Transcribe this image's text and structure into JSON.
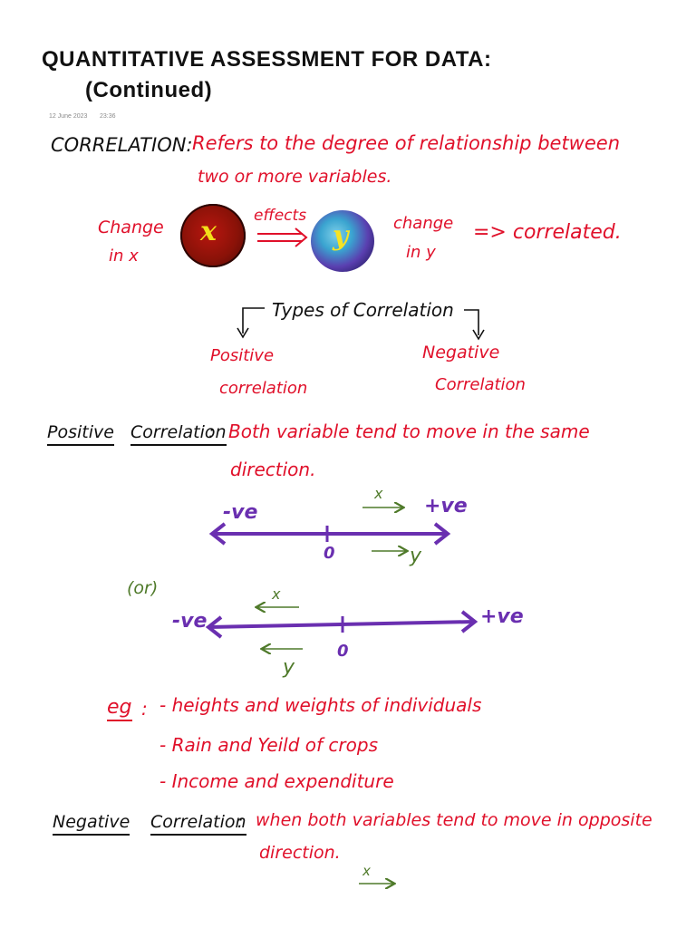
{
  "title": {
    "line1": "QUANTITATIVE ASSESSMENT FOR DATA:",
    "line2": "(Continued)"
  },
  "meta": {
    "date": "12 June 2023",
    "time": "23:36"
  },
  "correlation": {
    "term": "CORRELATION:",
    "def_line1": "Refers to the degree of relationship between",
    "def_line2": "two or more variables."
  },
  "diagram": {
    "left_line1": "Change",
    "left_line2": "in x",
    "x_label": "x",
    "effects": "effects",
    "y_label": "y",
    "right_line1": "change",
    "right_line2": "in y",
    "result": "=> correlated."
  },
  "types": {
    "heading": "Types of Correlation",
    "positive_line1": "Positive",
    "positive_line2": "correlation",
    "negative_line1": "Negative",
    "negative_line2": "Correlation"
  },
  "positive": {
    "term1": "Positive",
    "term2": "Correlation",
    "colon": ":",
    "def_line1": "Both variable tend to move in the same",
    "def_line2": "direction."
  },
  "line1": {
    "neg": "-ve",
    "pos": "+ve",
    "zero": "0",
    "x": "x",
    "y": "y"
  },
  "or_text": "(or)",
  "line2": {
    "neg": "-ve",
    "pos": "+ve",
    "zero": "0",
    "x": "x",
    "y": "y"
  },
  "examples": {
    "label": "eg",
    "colon": ":",
    "items": [
      "- heights and weights of individuals",
      "- Rain and Yeild of crops",
      "- Income and expenditure"
    ]
  },
  "negative": {
    "term1": "Negative",
    "term2": "Correlation",
    "colon": ":",
    "def_line1": "when both variables tend to move in opposite",
    "def_line2": "direction.",
    "x": "x"
  },
  "colors": {
    "ink": "#111111",
    "red": "#e0102a",
    "green": "#4f7a2a",
    "purple": "#6a2fb0"
  }
}
